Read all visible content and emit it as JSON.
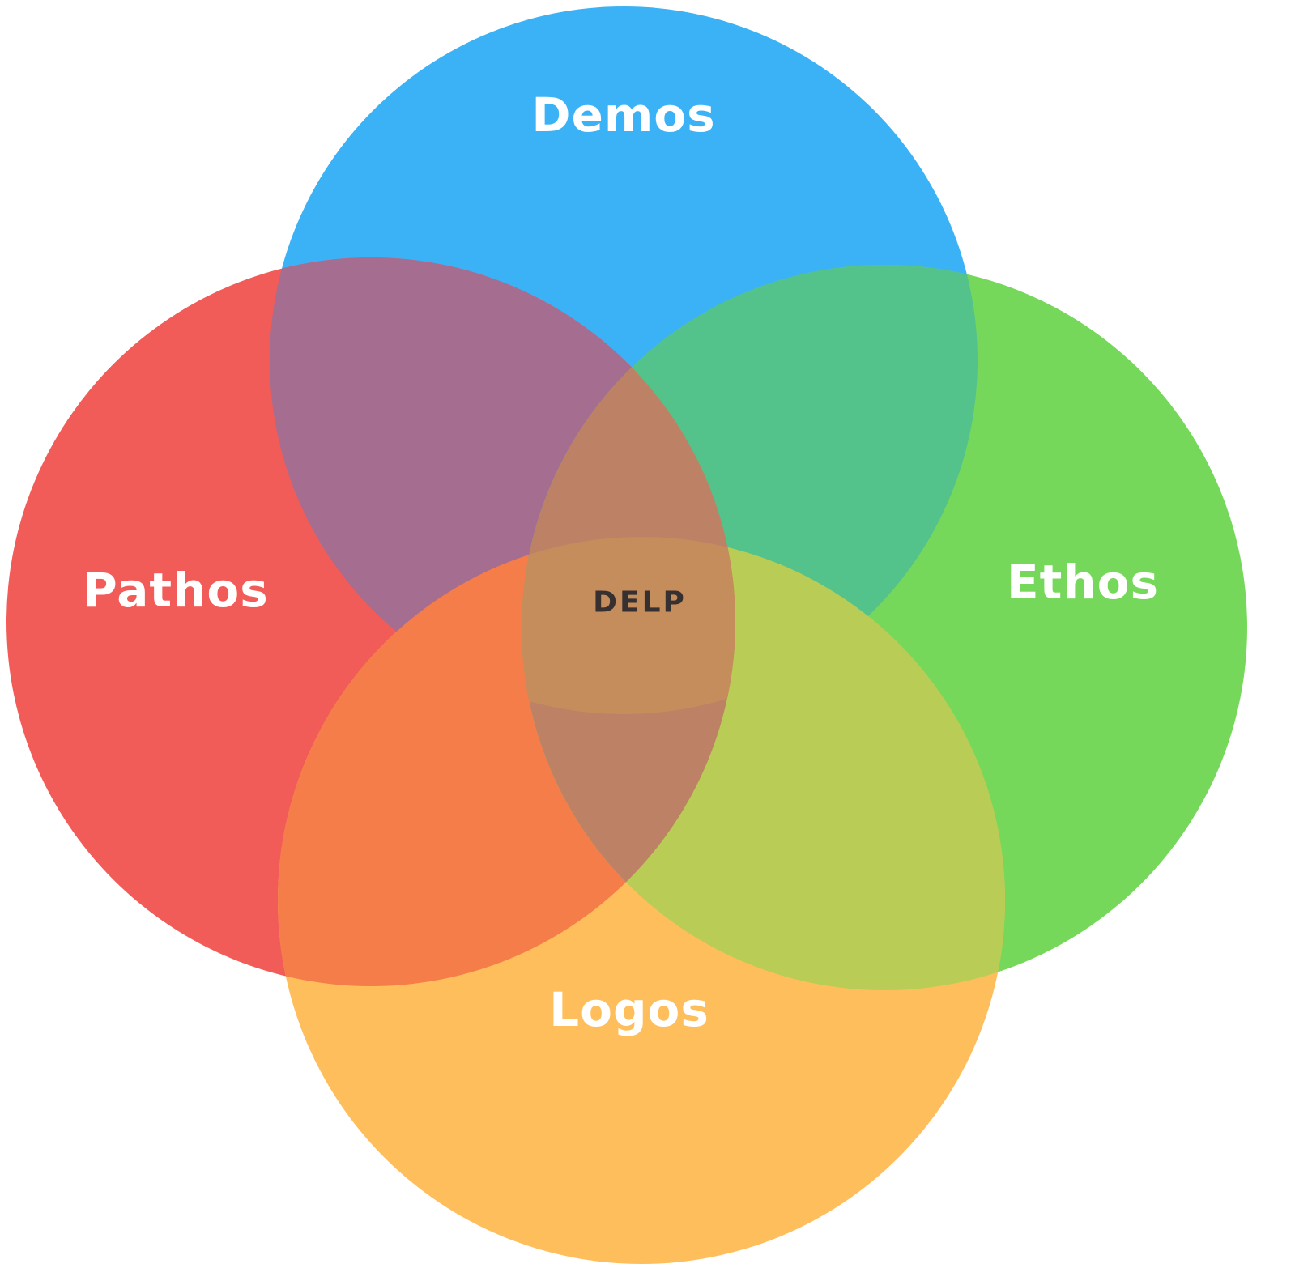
{
  "diagram": {
    "type": "venn-diagram-4-circles",
    "background": "#FFFFFF",
    "center_label": "DELP",
    "circles": [
      {
        "id": "demos",
        "label": "Demos",
        "position": "top",
        "color": "#3BB2F6"
      },
      {
        "id": "pathos",
        "label": "Pathos",
        "position": "left",
        "color": "#F25C58"
      },
      {
        "id": "ethos",
        "label": "Ethos",
        "position": "right",
        "color": "#76D85A"
      },
      {
        "id": "logos",
        "label": "Logos",
        "position": "bottom",
        "color": "#FFBE5C"
      }
    ],
    "overlap_colors": {
      "demos_pathos": "#A56D8F",
      "demos_ethos": "#54C28B",
      "pathos_logos": "#F57D49",
      "ethos_logos": "#B9CC55",
      "pathos_ethos": "#BD8265",
      "center_all": "#C58C5C"
    },
    "text_colors": {
      "circle_labels": "#FFFFFF",
      "center_label": "#363130"
    }
  }
}
